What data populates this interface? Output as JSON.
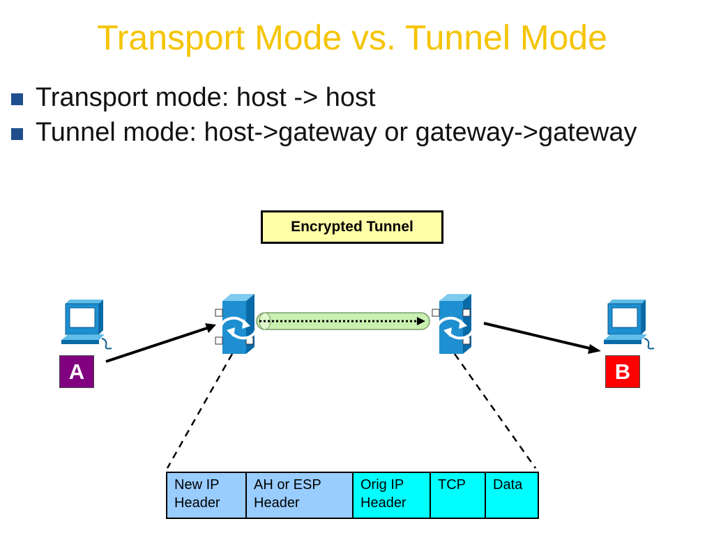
{
  "slide": {
    "title": "Transport Mode vs. Tunnel Mode",
    "bullets": [
      "Transport mode: host -> host",
      "Tunnel mode: host->gateway or gateway->gateway"
    ]
  },
  "diagram": {
    "tunnel_label": "Encrypted Tunnel",
    "host_a": "A",
    "host_b": "B",
    "packet_fields": [
      {
        "line1": "New IP",
        "line2": "Header",
        "color": "#99ccff"
      },
      {
        "line1": "AH or ESP",
        "line2": "Header",
        "color": "#99ccff"
      },
      {
        "line1": "Orig IP",
        "line2": "Header",
        "color": "#00ffff"
      },
      {
        "line1": "TCP",
        "line2": "",
        "color": "#00ffff"
      },
      {
        "line1": "Data",
        "line2": "",
        "color": "#00ffff"
      }
    ],
    "colors": {
      "title": "#f5c400",
      "bullet": "#1f4e8c",
      "gateway": "#1e8fd0",
      "tunnel_pipe": "#c9f0b0",
      "host_a_bg": "#800080",
      "host_b_bg": "#ff0000"
    },
    "icons": [
      "computer-icon",
      "gateway-router-icon",
      "encrypted-tunnel-pipe"
    ]
  }
}
